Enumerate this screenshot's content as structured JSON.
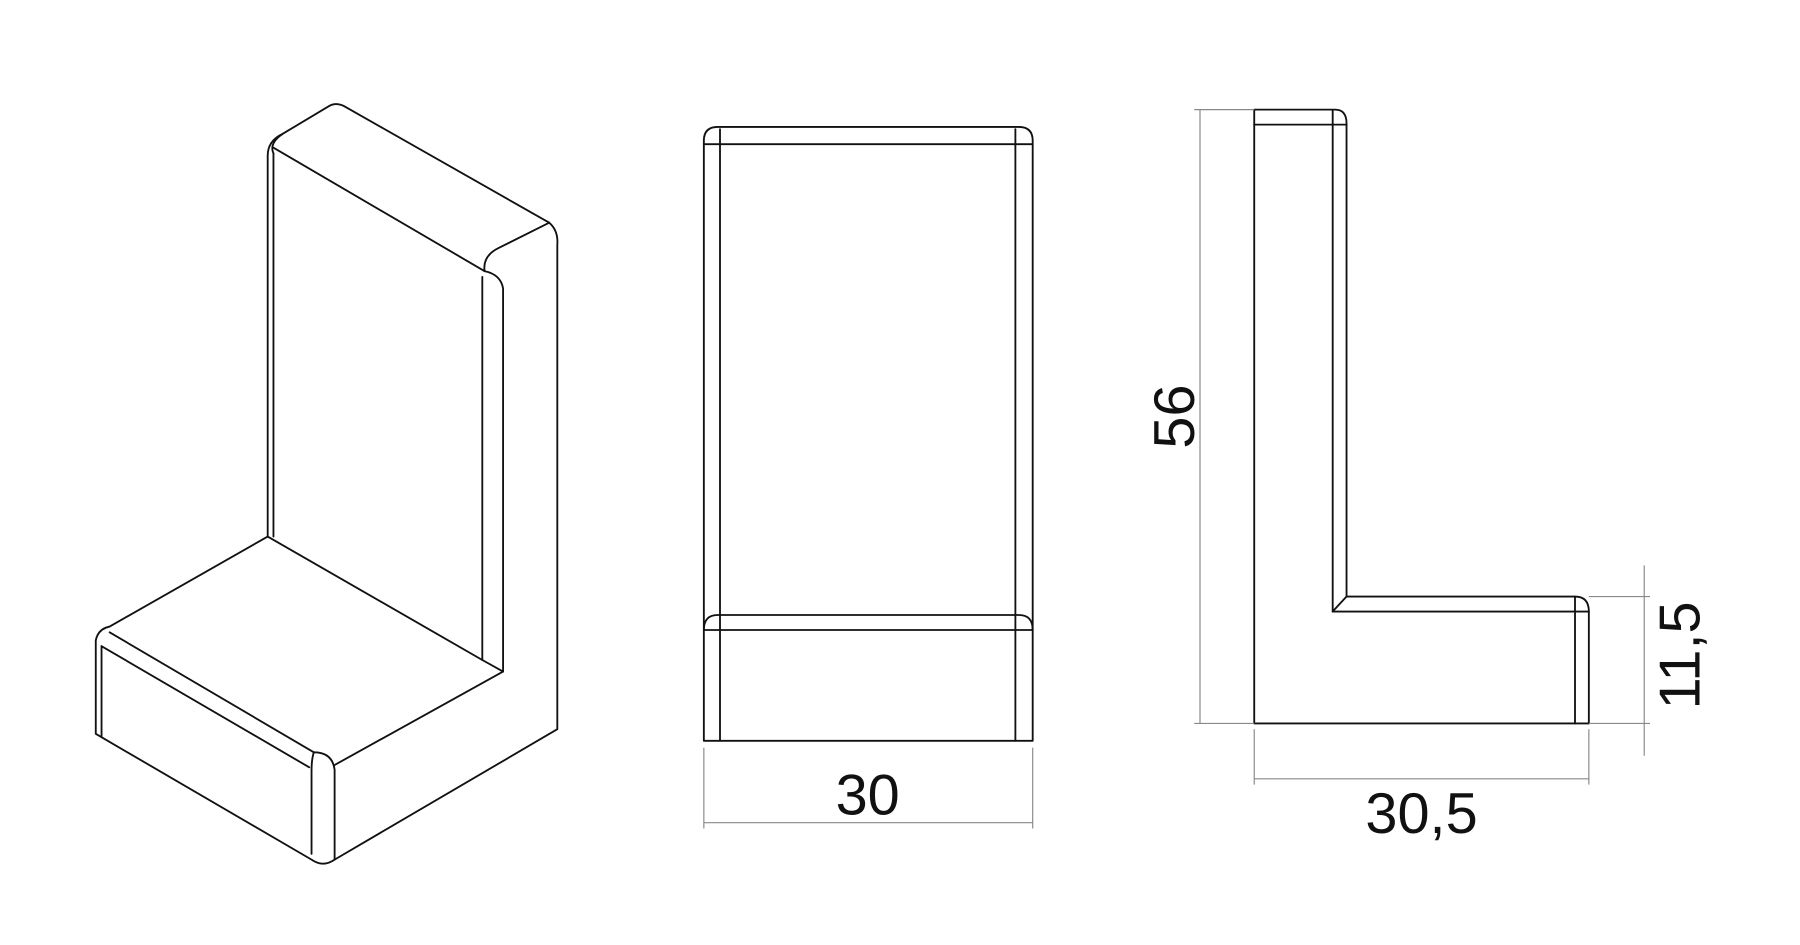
{
  "drawing": {
    "views": [
      "isometric",
      "front",
      "side"
    ],
    "dimensions": {
      "front_width": "30",
      "side_width": "30,5",
      "height": "56",
      "foot_height": "11,5"
    },
    "line_color": "#111111",
    "dimension_line_color": "#888888"
  }
}
